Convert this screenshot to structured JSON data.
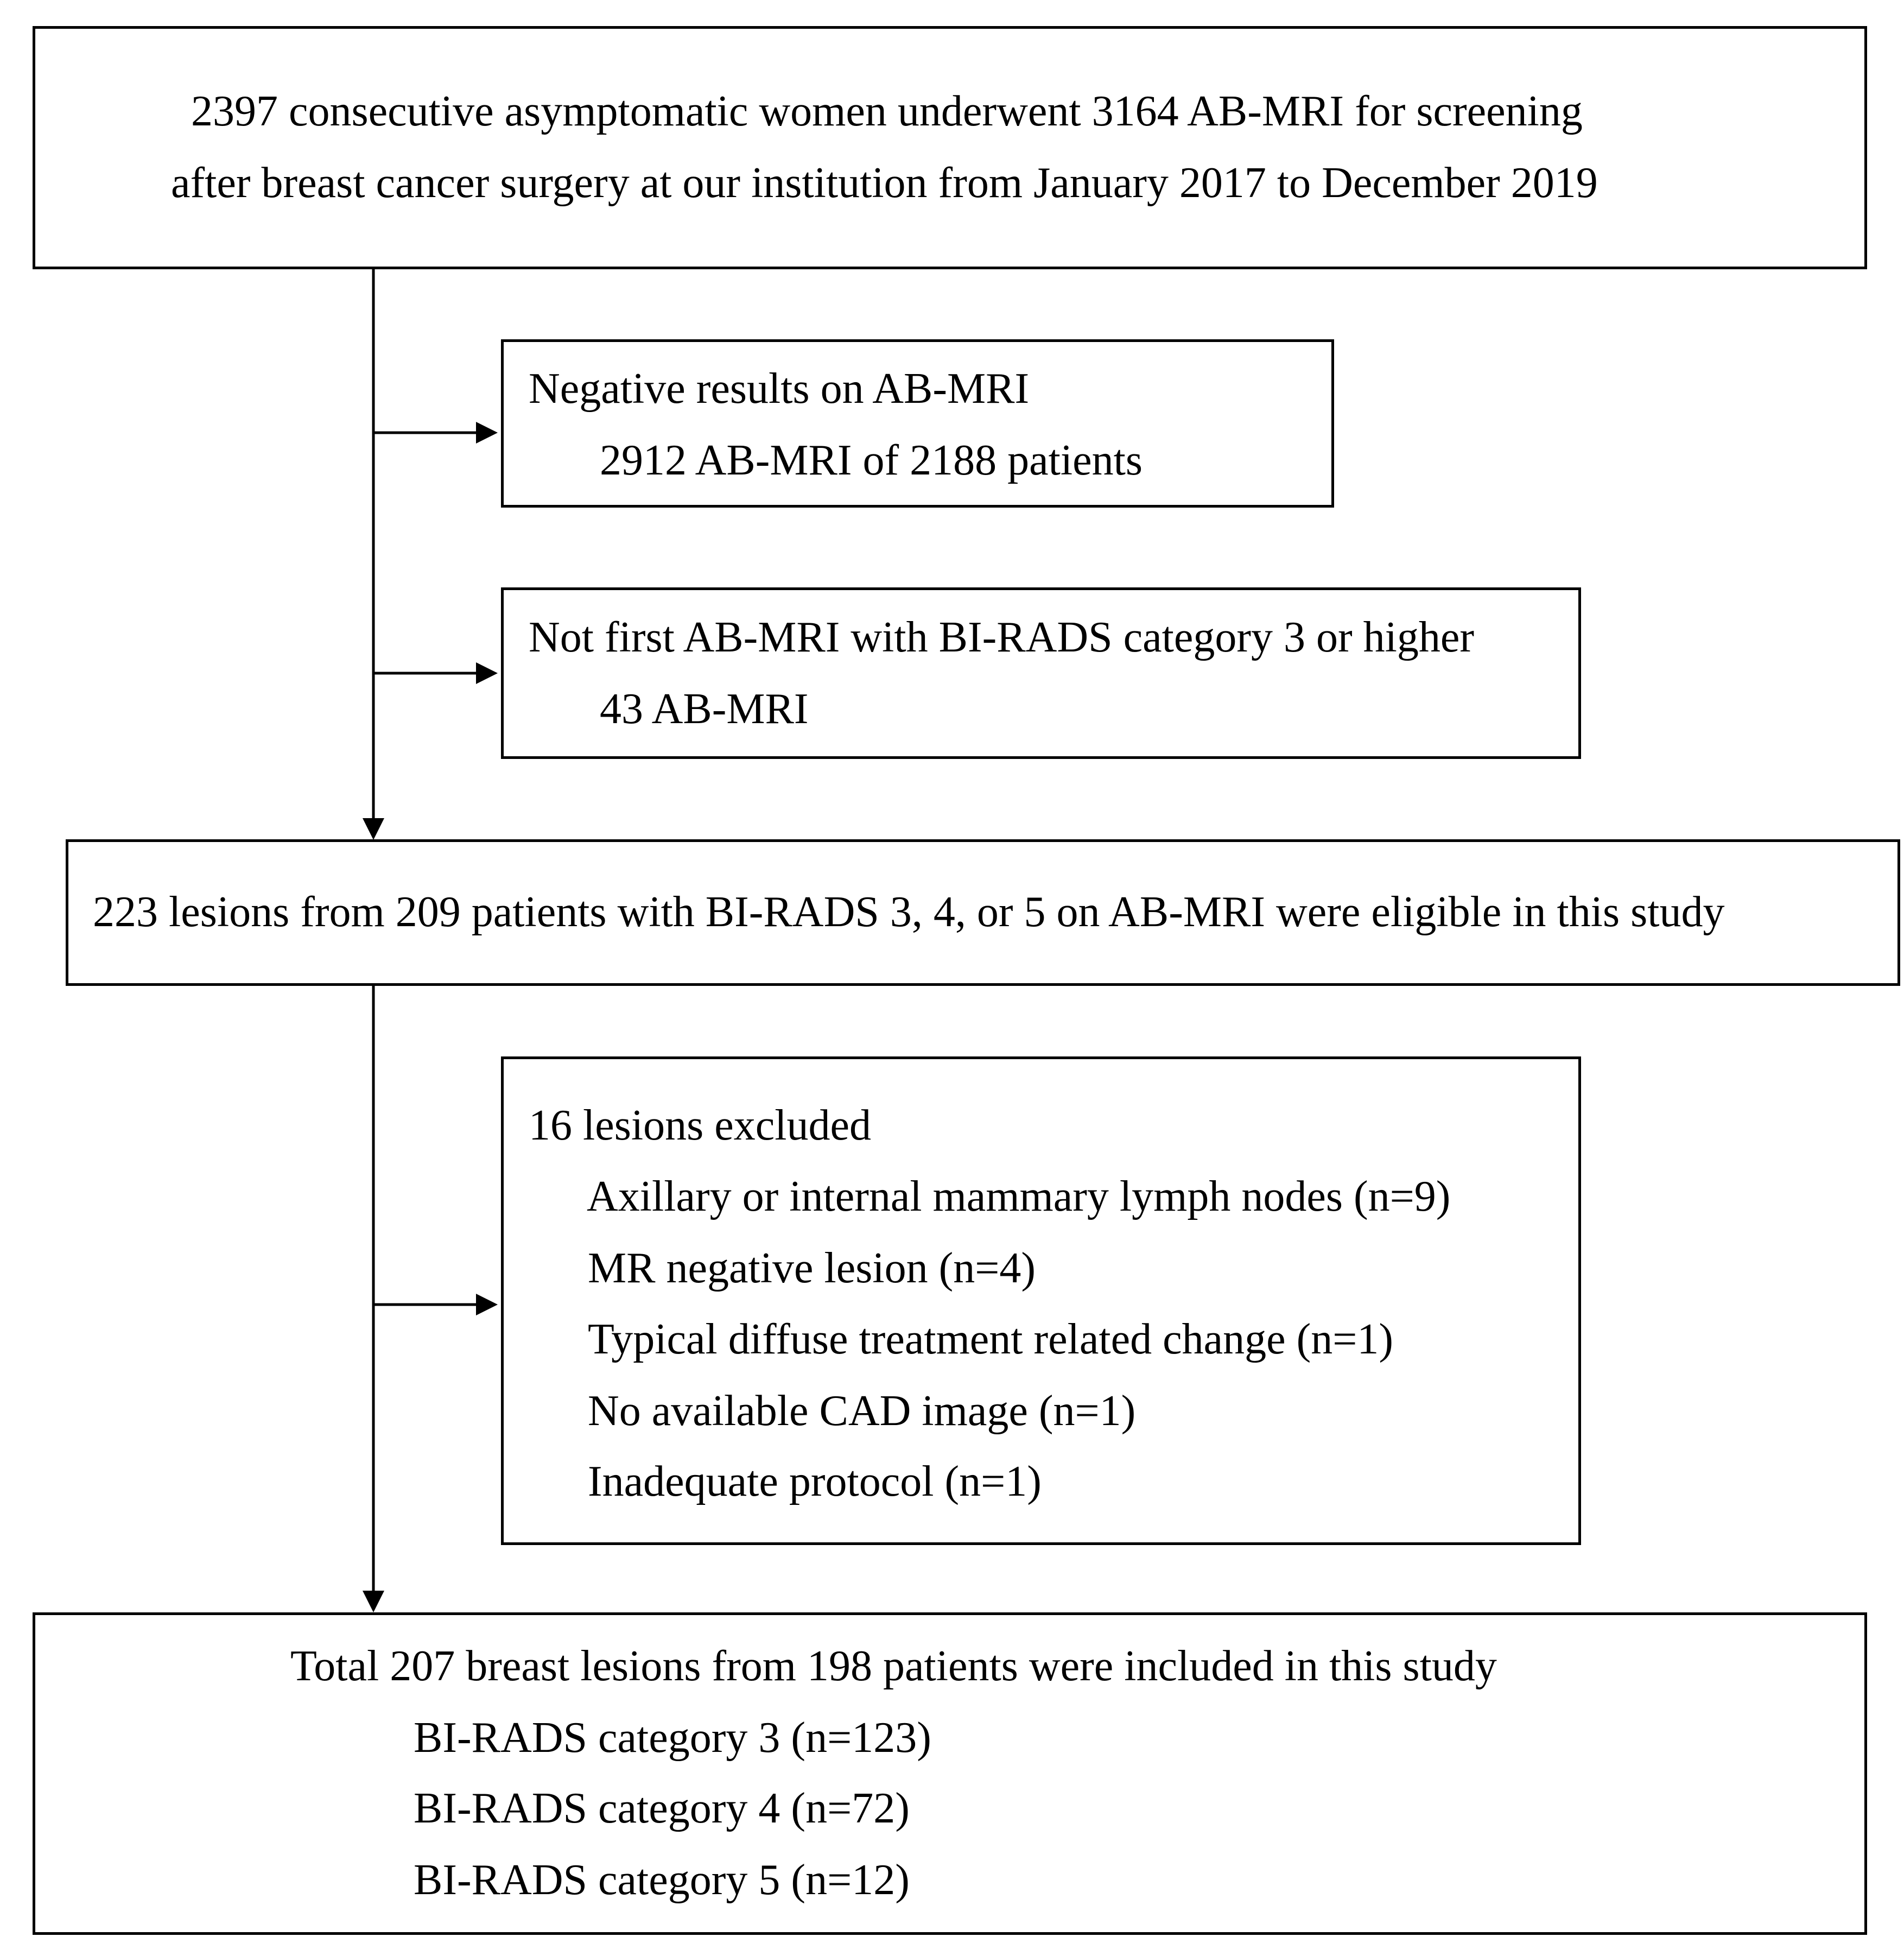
{
  "box_top": {
    "line1": "2397 consecutive asymptomatic women underwent 3164 AB-MRI for screening",
    "line2": "after breast cancer surgery at our institution from January 2017 to December 2019"
  },
  "box_negative": {
    "title": "Negative results on AB-MRI",
    "detail": "2912 AB-MRI of 2188 patients"
  },
  "box_not_first": {
    "title": "Not first AB-MRI with BI-RADS category 3 or higher",
    "detail": "43 AB-MRI"
  },
  "box_eligible": {
    "text": "223 lesions from 209 patients with BI-RADS 3, 4, or 5 on AB-MRI were eligible in this study"
  },
  "box_excluded": {
    "title": "16 lesions excluded",
    "items": [
      "Axillary or internal mammary lymph nodes (n=9)",
      "MR negative lesion (n=4)",
      "Typical diffuse treatment related change (n=1)",
      "No available CAD image (n=1)",
      "Inadequate protocol (n=1)"
    ]
  },
  "box_included": {
    "title": "Total 207 breast lesions from 198 patients were included in this study",
    "items": [
      "BI-RADS category 3 (n=123)",
      "BI-RADS category 4 (n=72)",
      "BI-RADS category 5 (n=12)"
    ]
  }
}
